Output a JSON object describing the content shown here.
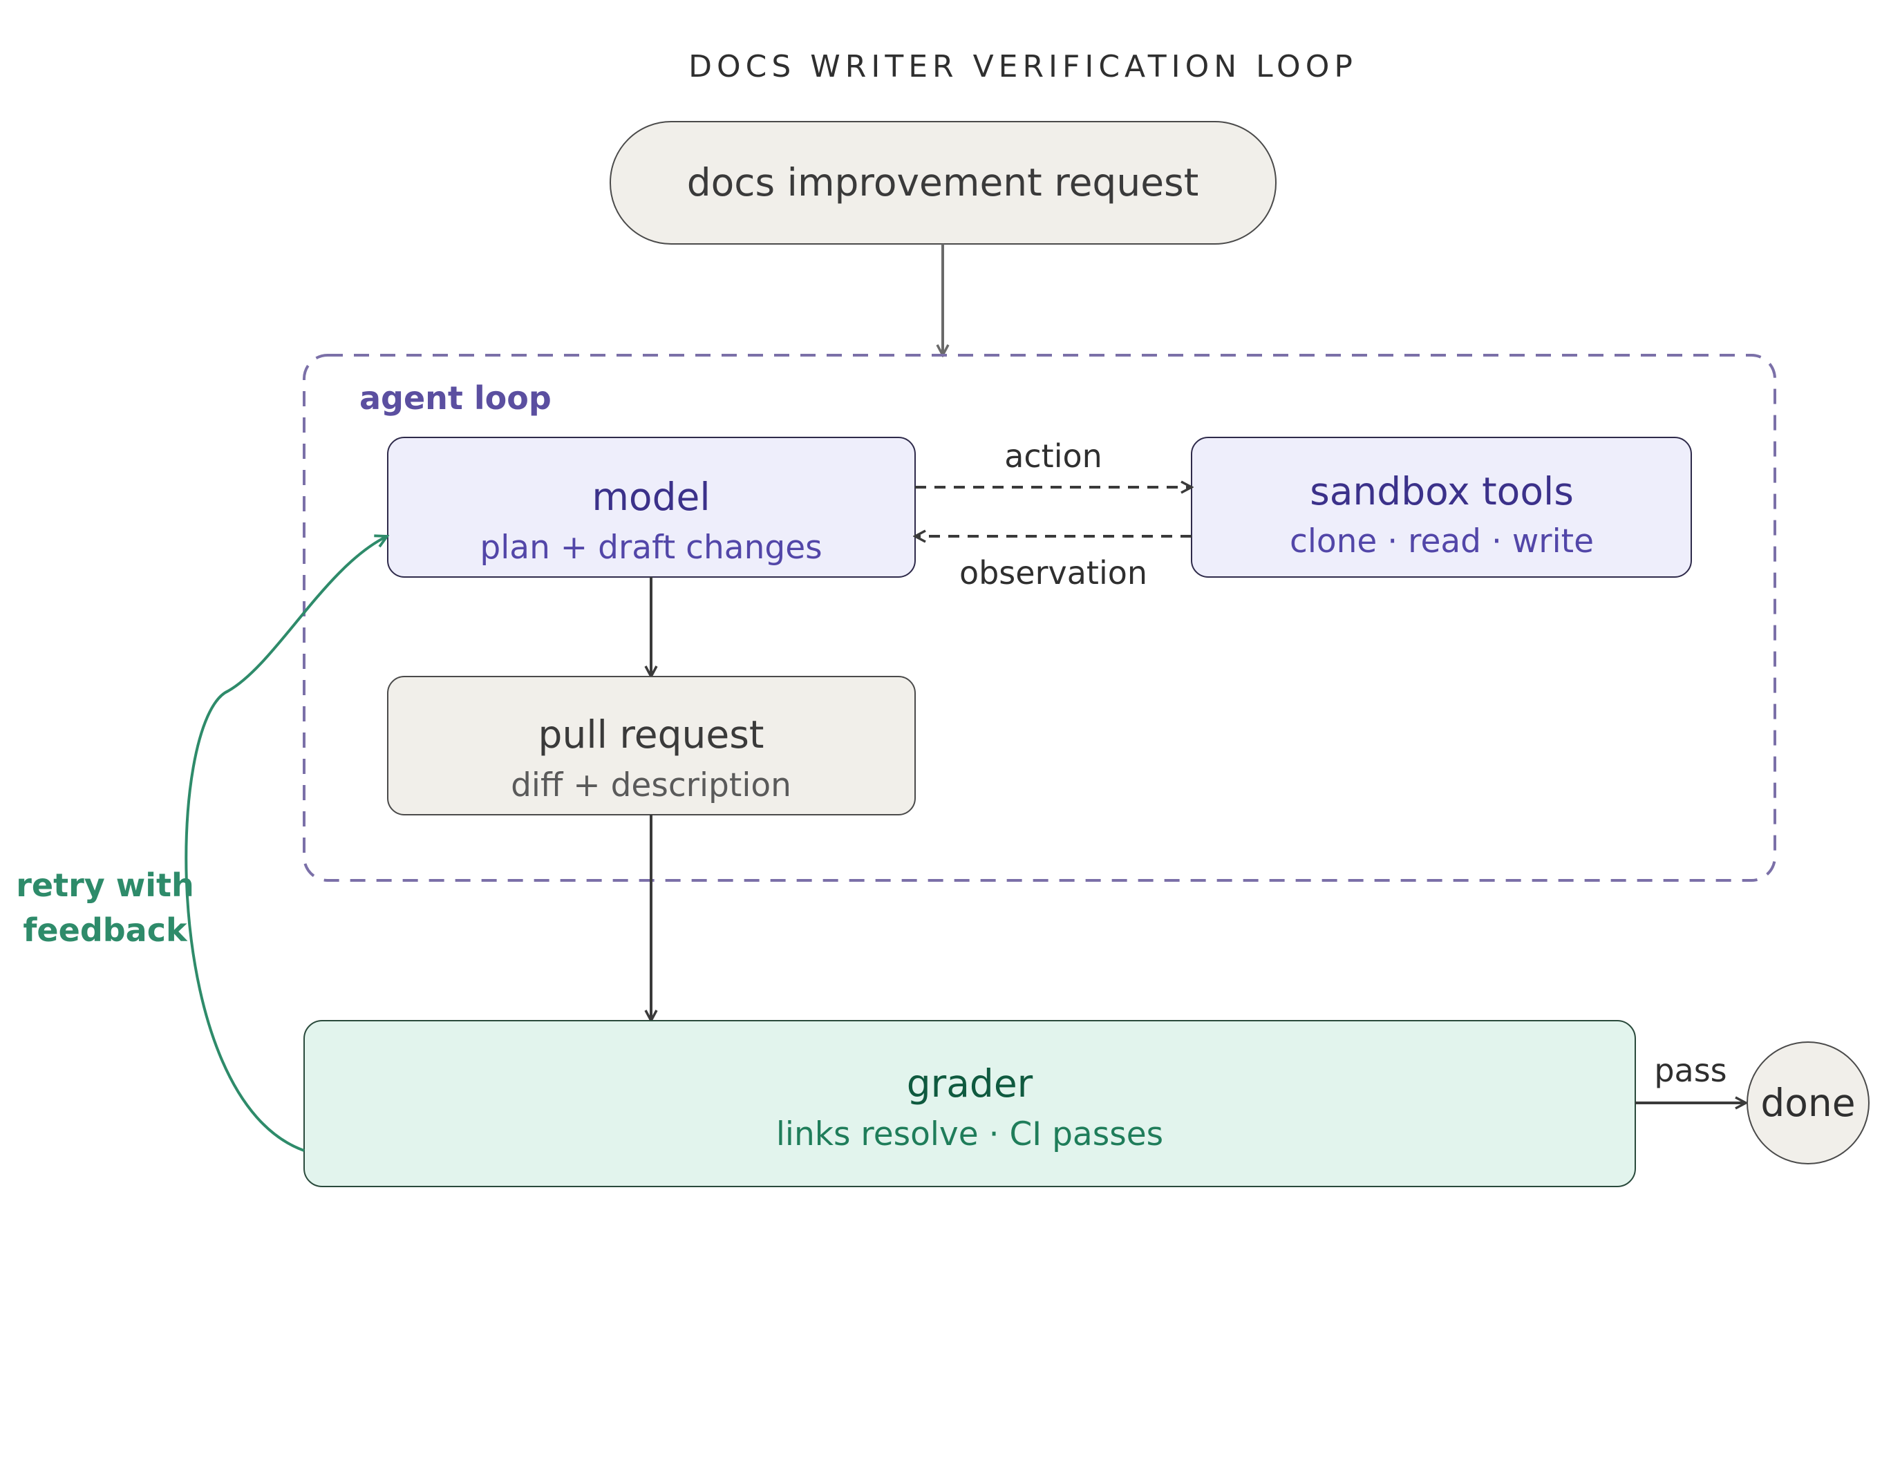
{
  "title": "DOCS WRITER VERIFICATION LOOP",
  "nodes": {
    "request": {
      "label": "docs improvement request"
    },
    "model": {
      "label": "model",
      "sublabel": "plan + draft changes"
    },
    "sandbox": {
      "label": "sandbox tools",
      "sublabel": "clone · read · write"
    },
    "pull_request": {
      "label": "pull request",
      "sublabel": "diff + description"
    },
    "grader": {
      "label": "grader",
      "sublabel": "links resolve · CI passes"
    },
    "done": {
      "label": "done"
    }
  },
  "group": {
    "label": "agent loop"
  },
  "edges": {
    "action": "action",
    "observation": "observation",
    "pass": "pass",
    "retry_line1": "retry with",
    "retry_line2": "feedback"
  },
  "colors": {
    "model_fill": "#eeeefb",
    "model_text": "#3b318a",
    "model_sub": "#5246a8",
    "neutral_fill": "#f1efea",
    "neutral_text": "#3a3a3a",
    "grader_fill": "#e2f4ed",
    "grader_text": "#0f5a3f",
    "grader_sub": "#1f7d5a",
    "group_border": "#7b70a8",
    "retry": "#2e8b6a"
  }
}
